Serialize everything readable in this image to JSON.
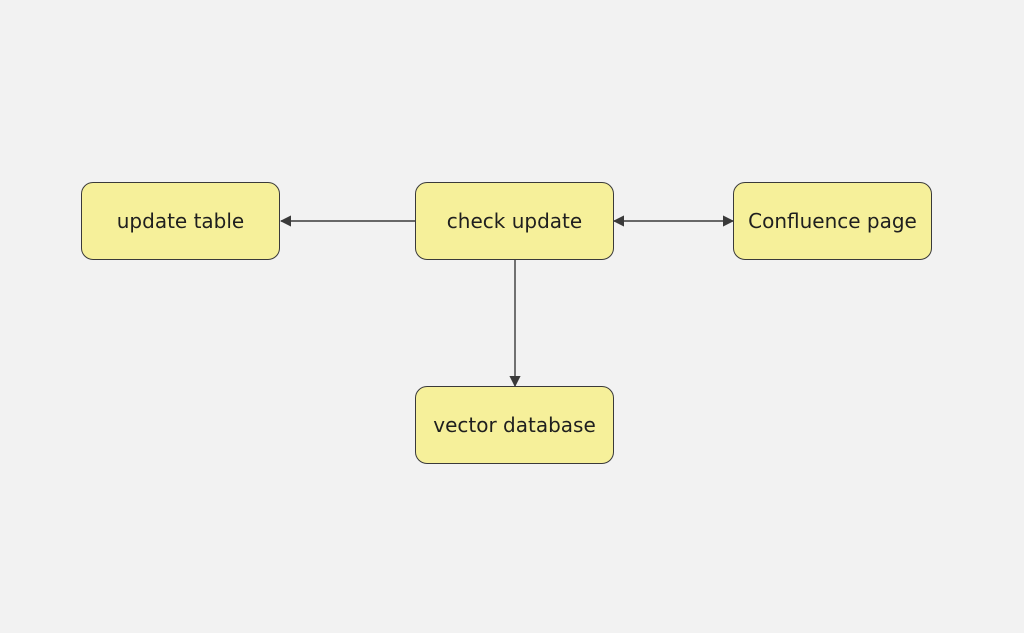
{
  "diagram": {
    "background_color": "#f2f2f2",
    "node_fill_color": "#f6f09a",
    "node_border_color": "#3a3a3a",
    "edge_color": "#3a3a3a",
    "nodes": {
      "update_table": {
        "label": "update table"
      },
      "check_update": {
        "label": "check update"
      },
      "confluence_page": {
        "label": "Confluence page"
      },
      "vector_database": {
        "label": "vector database"
      }
    },
    "edges": [
      {
        "from": "check_update",
        "to": "update_table",
        "direction": "forward"
      },
      {
        "from": "check_update",
        "to": "confluence_page",
        "direction": "both"
      },
      {
        "from": "check_update",
        "to": "vector_database",
        "direction": "forward"
      }
    ]
  }
}
